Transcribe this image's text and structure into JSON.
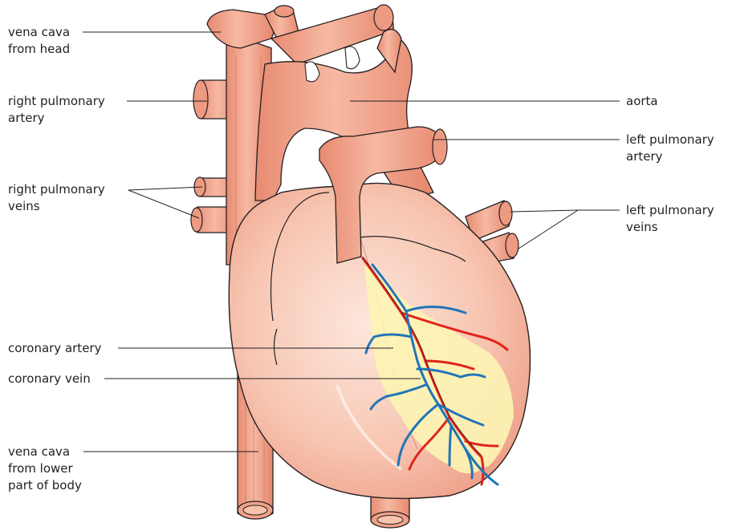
{
  "labels": {
    "vena_cava_head": [
      "vena cava",
      "from head"
    ],
    "right_pulmonary_artery": [
      "right pulmonary",
      "artery"
    ],
    "right_pulmonary_veins": [
      "right pulmonary",
      "veins"
    ],
    "coronary_artery": [
      "coronary artery"
    ],
    "coronary_vein": [
      "coronary vein"
    ],
    "vena_cava_lower": [
      "vena cava",
      "from lower",
      "part of body"
    ],
    "aorta": [
      "aorta"
    ],
    "left_pulmonary_artery": [
      "left pulmonary",
      "artery"
    ],
    "left_pulmonary_veins": [
      "left pulmonary",
      "veins"
    ]
  },
  "colors": {
    "vessel_fill": "#f0a088",
    "vessel_highlight": "#f8c8b4",
    "heart_fill": "#f7c3ae",
    "heart_highlight": "#fbe1d4",
    "fat_yellow": "#fdf4b4",
    "artery_red": "#e2231a",
    "vein_blue": "#2175b8",
    "outline": "#231f20",
    "leader": "#231f20"
  }
}
